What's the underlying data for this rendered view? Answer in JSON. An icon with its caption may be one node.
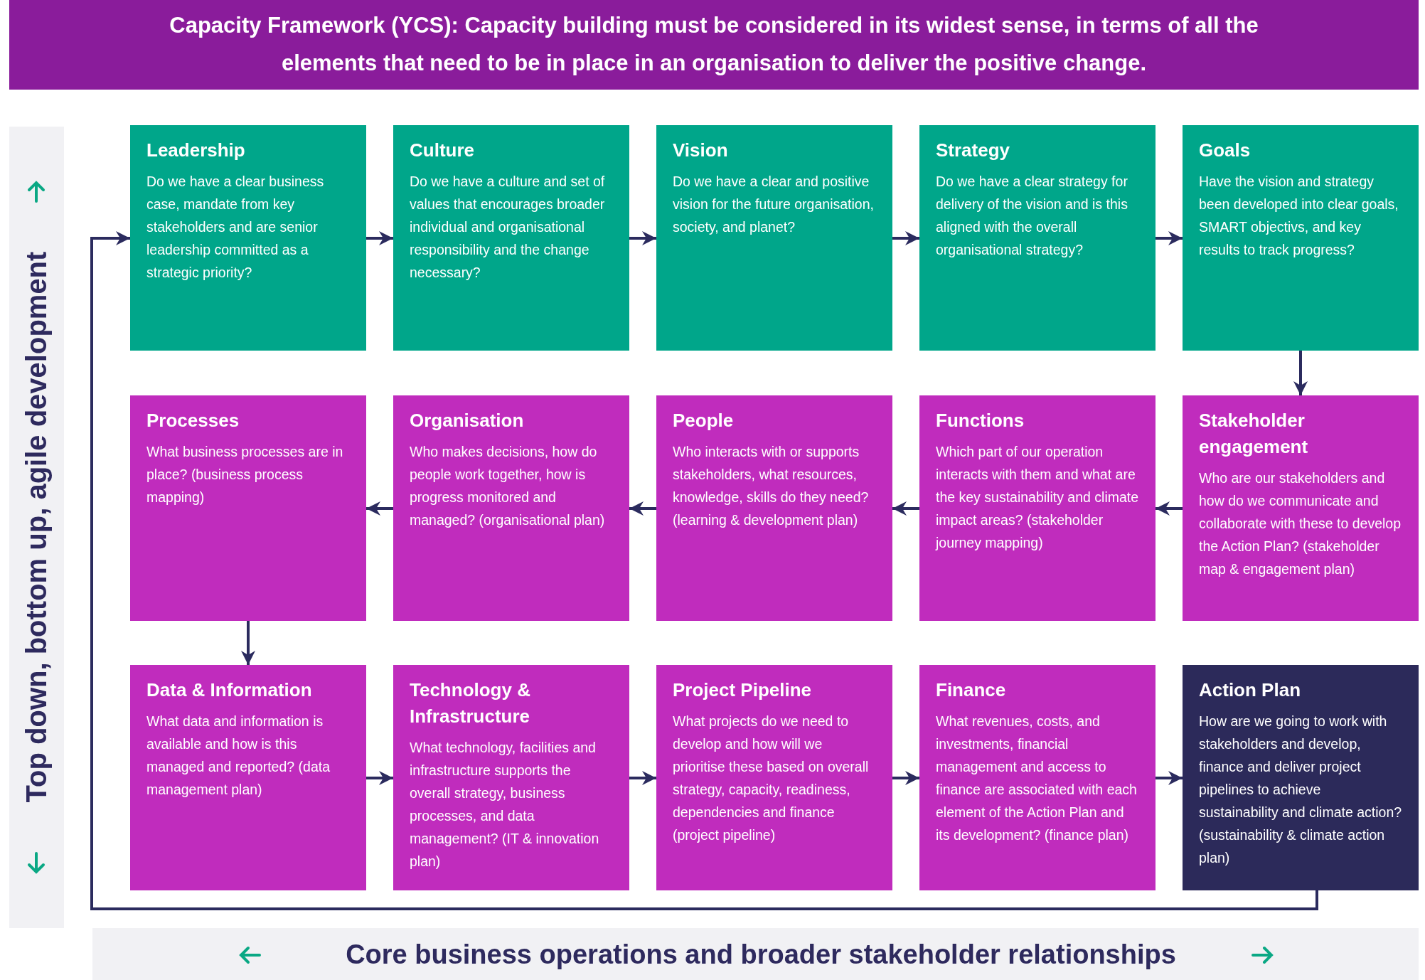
{
  "diagram": {
    "title": "Capacity Framework (YCS): Capacity building must be considered in its widest sense, in terms of all the elements that need to be in place in an organisation to deliver the positive change.",
    "nodes": [
      {
        "text": [
          "Leadership",
          "Do we have a clear business case, mandate from key stakeholders and are senior leadership committed as a strategic priority?"
        ]
      },
      {
        "text": [
          "Culture",
          "Do we have a culture and set of values that encourages broader individual and organisational responsibility and the change necessary?"
        ]
      },
      {
        "text": [
          "Vision",
          "Do we have a clear and positive vision for the future organisation, society, and planet?"
        ]
      },
      {
        "text": [
          "Strategy",
          "Do we have a clear strategy for delivery of the vision and is this aligned with the overall organisational strategy?"
        ]
      },
      {
        "text": [
          "Goals",
          "Have the vision and strategy been developed into clear goals, SMART objectivs, and key results to track progress?"
        ]
      },
      {
        "text": [
          "Processes",
          "What business processes are in place? (business process mapping)"
        ]
      },
      {
        "text": [
          "Organisation",
          "Who makes decisions, how do people work together, how is progress monitored and managed? (organisational plan)"
        ]
      },
      {
        "text": [
          "People",
          "Who interacts with or supports stakeholders, what resources, knowledge, skills do they need? (learning & development plan)"
        ]
      },
      {
        "text": [
          "Functions",
          "Which part of our operation interacts with them and what are the key sustainability and climate impact areas? (stakeholder journey mapping)"
        ]
      },
      {
        "text": [
          "Stakeholder engagement",
          "Who are our stakeholders and how do we communicate and collaborate with these to develop the Action Plan? (stakeholder map & engagement plan)"
        ]
      },
      {
        "text": [
          "Data & Information",
          "What data and information is available and how is this managed and reported? (data management plan)"
        ]
      },
      {
        "text": [
          "Technology & Infrastructure",
          "What technology, facilities and infrastructure supports the overall strategy, business processes, and data management? (IT & innovation plan)"
        ]
      },
      {
        "text": [
          "Project Pipeline",
          "What projects do we need to develop and how will we prioritise these based on overall strategy, capacity, readiness, dependencies and finance (project pipeline)"
        ]
      },
      {
        "text": [
          "Finance",
          "What revenues, costs, and investments, financial management and access to finance are associated with each element of the Action Plan and its development? (finance plan)"
        ]
      },
      {
        "text": [
          "Action Plan",
          "How are we going to work with stakeholders and develop, finance and deliver project pipelines to achieve sustainability and climate action? (sustainability & climate action plan)"
        ]
      }
    ],
    "edges": [
      {
        "from": 0,
        "to": 1,
        "arrow": "to"
      },
      {
        "from": 1,
        "to": 2,
        "arrow": "to"
      },
      {
        "from": 2,
        "to": 3,
        "arrow": "to"
      },
      {
        "from": 3,
        "to": 4,
        "arrow": "to"
      },
      {
        "from": 4,
        "to": 9,
        "arrow": "to"
      },
      {
        "from": 9,
        "to": 8,
        "arrow": "to"
      },
      {
        "from": 8,
        "to": 7,
        "arrow": "to"
      },
      {
        "from": 7,
        "to": 6,
        "arrow": "to"
      },
      {
        "from": 6,
        "to": 5,
        "arrow": "to"
      },
      {
        "from": 5,
        "to": 10,
        "arrow": "to"
      },
      {
        "from": 10,
        "to": 11,
        "arrow": "to"
      },
      {
        "from": 11,
        "to": 12,
        "arrow": "to"
      },
      {
        "from": 12,
        "to": 13,
        "arrow": "to"
      },
      {
        "from": 13,
        "to": 14,
        "arrow": "to"
      },
      {
        "from": 14,
        "to": 0,
        "arrow": "to"
      }
    ],
    "labels": [
      "Top down, bottom up, agile development",
      "Core business operations and broader stakeholder relationships"
    ]
  }
}
